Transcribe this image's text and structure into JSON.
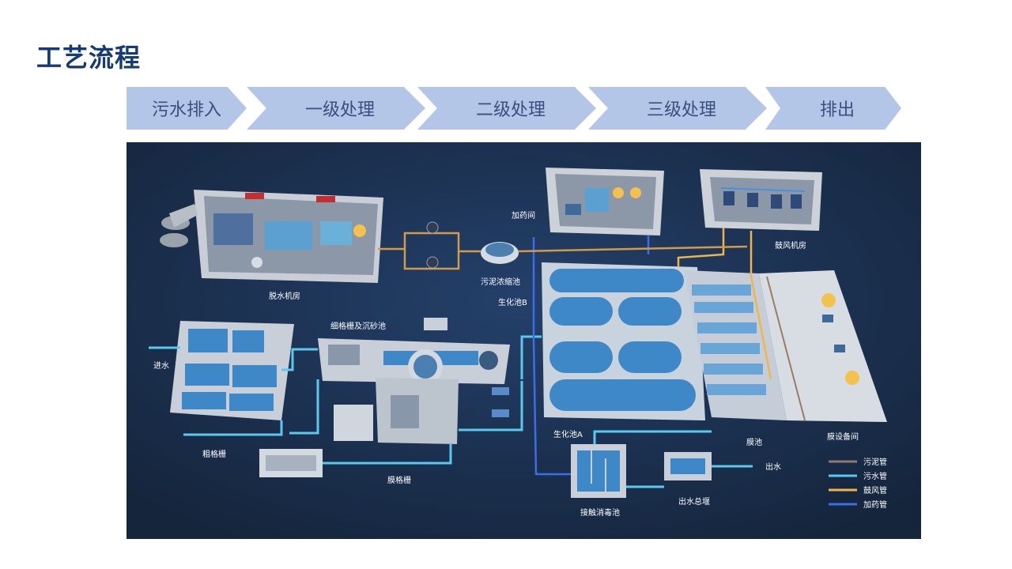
{
  "title": "工艺流程",
  "steps": [
    "污水排入",
    "一级处理",
    "二级处理",
    "三级处理",
    "排出"
  ],
  "labels": {
    "dewatering_room": "脱水机房",
    "sludge_thickener": "污泥浓缩池",
    "dosing_room": "加药间",
    "blower_room": "鼓风机房",
    "bio_tank_b": "生化池B",
    "bio_tank_a": "生化池A",
    "fine_screen": "细格栅及沉砂池",
    "inlet": "进水",
    "coarse_screen": "粗格栅",
    "membrane_screen": "膜格栅",
    "contact_tank": "接触消毒池",
    "outlet_weir": "出水总堰",
    "outlet": "出水",
    "membrane_tank": "膜池",
    "membrane_room": "膜设备间"
  },
  "legend": [
    {
      "label": "污泥管",
      "color": "#8a7a70"
    },
    {
      "label": "污水管",
      "color": "#5cc8ee"
    },
    {
      "label": "鼓风管",
      "color": "#f0b54a"
    },
    {
      "label": "加药管",
      "color": "#3b6ee8"
    }
  ],
  "colors": {
    "title": "#143a78",
    "chevron": "#b4c6e7",
    "chevron_text": "#3a4e80",
    "background": "#15253c"
  }
}
